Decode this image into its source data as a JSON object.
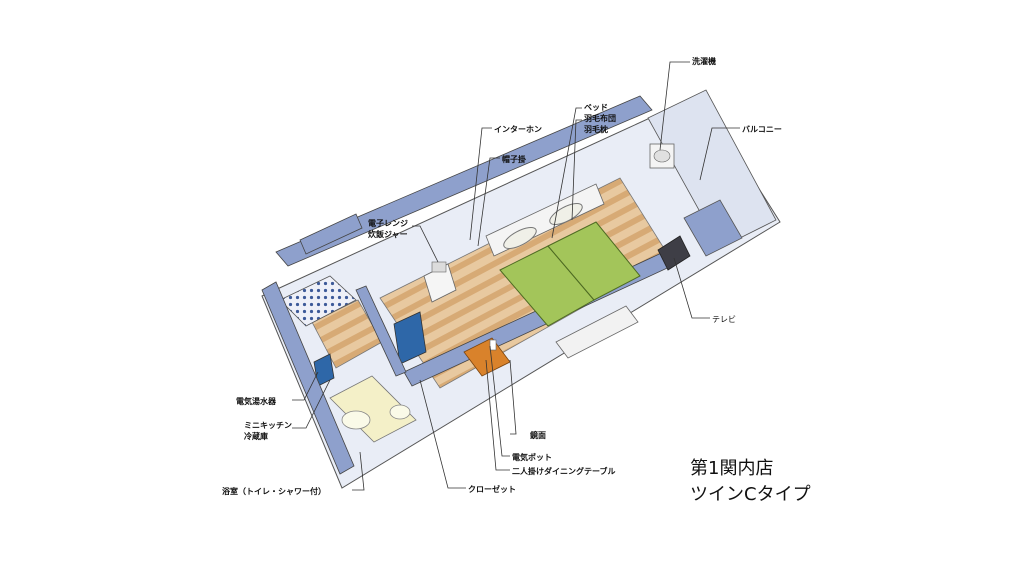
{
  "title": {
    "line1": "第1関内店",
    "line2": "ツインCタイプ"
  },
  "labels": {
    "washing_machine": "洗濯機",
    "bed": [
      "ベッド",
      "羽毛布団",
      "羽毛枕"
    ],
    "balcony": "バルコニー",
    "intercom": "インターホン",
    "hat_hook": "帽子掛",
    "microwave": [
      "電子レンジ",
      "炊飯ジャー"
    ],
    "tv": "テレビ",
    "water_heater": "電気湯水器",
    "mini_kitchen": [
      "ミニキッチン",
      "冷蔵庫"
    ],
    "bathroom": "浴室（トイレ・シャワー付）",
    "closet": "クローゼット",
    "mirror": "鏡面",
    "kettle": "電気ポット",
    "dining_table": "二人掛けダイニングテーブル"
  },
  "colors": {
    "wall_blue": "#8ea0cc",
    "floor_wood": "#e4c49b",
    "bed_green": "#a3c55a",
    "table_orange": "#d9822b",
    "bath_yellow": "#f4f0c8",
    "outline": "#555555"
  }
}
